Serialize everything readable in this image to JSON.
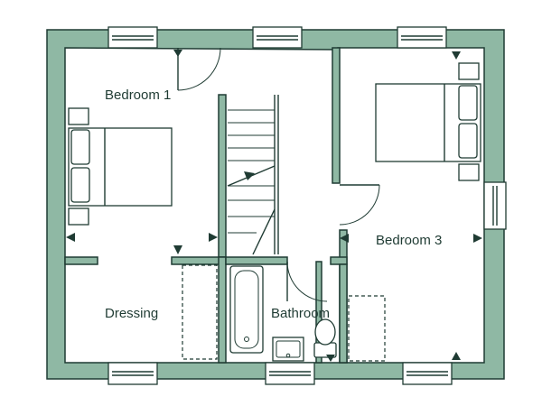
{
  "rooms": {
    "bedroom1": "Bedroom 1",
    "bedroom3": "Bedroom 3",
    "dressing": "Dressing",
    "bathroom": "Bathroom"
  },
  "colors": {
    "wall_fill": "#8fb8a4",
    "line": "#1f3b33",
    "background": "#ffffff"
  }
}
